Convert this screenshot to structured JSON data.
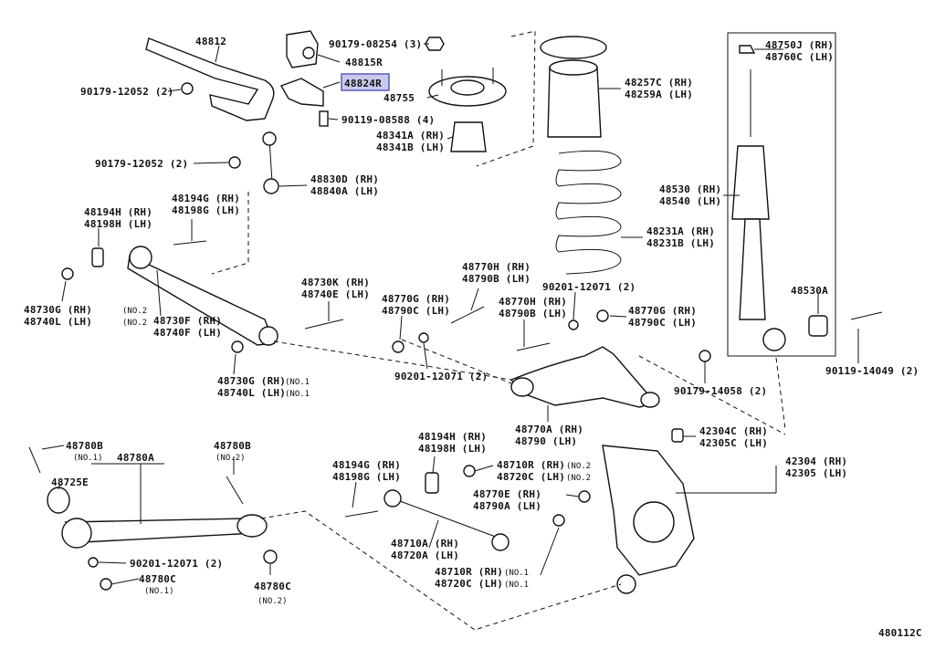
{
  "diagram_id": "480112C",
  "highlight_color": "#c9c9ee",
  "labels": {
    "l48812": "48812",
    "l90179_12052_a": "90179-12052 (2)",
    "l90179_08254": "90179-08254 (3)",
    "l48815r": "48815R",
    "l48824r": "48824R",
    "l48755": "48755",
    "l90119_08588": "90119-08588 (4)",
    "l48341a": "48341A (RH)",
    "l48341b": "48341B (LH)",
    "l90179_12052_b": "90179-12052 (2)",
    "l48830d": "48830D (RH)",
    "l48840a": "48840A (LH)",
    "l48194h_a": "48194H (RH)",
    "l48198h_a": "48198H (LH)",
    "l48194g_a": "48194G (RH)",
    "l48198g_a": "48198G (LH)",
    "l48730g_a": "48730G (RH)",
    "l48740l_a": "48740L (LH)",
    "no2_a": "(NO.2",
    "no2_b": "(NO.2",
    "l48730f": "48730F (RH)",
    "l48740f": "48740F (LH)",
    "l48730k": "48730K (RH)",
    "l48740e": "48740E (LH)",
    "l48730g_b": "48730G (RH)",
    "l48740l_b": "48740L (LH)",
    "no1_a": "(NO.1",
    "no1_b": "(NO.1",
    "l48770g_a": "48770G (RH)",
    "l48790c_a": "48790C (LH)",
    "l48770h_a": "48770H (RH)",
    "l48790b_a": "48790B (LH)",
    "l48770h_b": "48770H (RH)",
    "l48790b_b": "48790B (LH)",
    "l90201_a": "90201-12071 (2)",
    "l90201_b": "90201-12071 (2)",
    "l48770g_b": "48770G (RH)",
    "l48790c_b": "48790C (LH)",
    "l48257c": "48257C (RH)",
    "l48259a": "48259A (LH)",
    "l48231a": "48231A (RH)",
    "l48231b": "48231B (LH)",
    "l48750j": "48750J (RH)",
    "l48760c": "48760C (LH)",
    "l48530": "48530 (RH)",
    "l48540": "48540 (LH)",
    "l48530a": "48530A",
    "l90119_14049": "90119-14049 (2)",
    "l90179_14058": "90179-14058 (2)",
    "l48770a": "48770A (RH)",
    "l48790": "48790 (LH)",
    "l42304c": "42304C (RH)",
    "l42305c": "42305C (LH)",
    "l42304": "42304 (RH)",
    "l42305": "42305 (LH)",
    "l48780b_a": "48780B",
    "no1_c": "(NO.1)",
    "l48780a": "48780A",
    "l48780b_b": "48780B",
    "no2_c": "(NO.2)",
    "l48725e": "48725E",
    "l90201_c": "90201-12071 (2)",
    "l48780c_a": "48780C",
    "no1_d": "(NO.1)",
    "l48780c_b": "48780C",
    "no2_d": "(NO.2)",
    "l48194h_b": "48194H (RH)",
    "l48198h_b": "48198H (LH)",
    "l48194g_b": "48194G (RH)",
    "l48198g_b": "48198G (LH)",
    "l48710r_a": "48710R (RH)",
    "l48720c_a": "48720C (LH)",
    "no2_e": "(NO.2",
    "no2_f": "(NO.2",
    "l48770e": "48770E (RH)",
    "l48790a": "48790A (LH)",
    "l48710a": "48710A (RH)",
    "l48720a": "48720A (LH)",
    "l48710r_b": "48710R (RH)",
    "l48720c_b": "48720C (LH)",
    "no1_e": "(NO.1",
    "no1_f": "(NO.1"
  }
}
